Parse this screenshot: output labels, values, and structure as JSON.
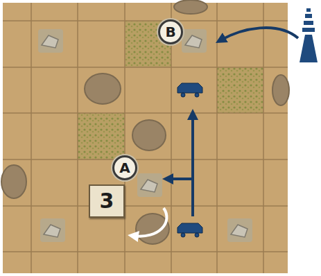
{
  "diagram": {
    "nodes": [
      {
        "text": [
          "B"
        ]
      },
      {
        "text": [
          "A"
        ]
      },
      {
        "text": [
          "3"
        ]
      }
    ]
  }
}
